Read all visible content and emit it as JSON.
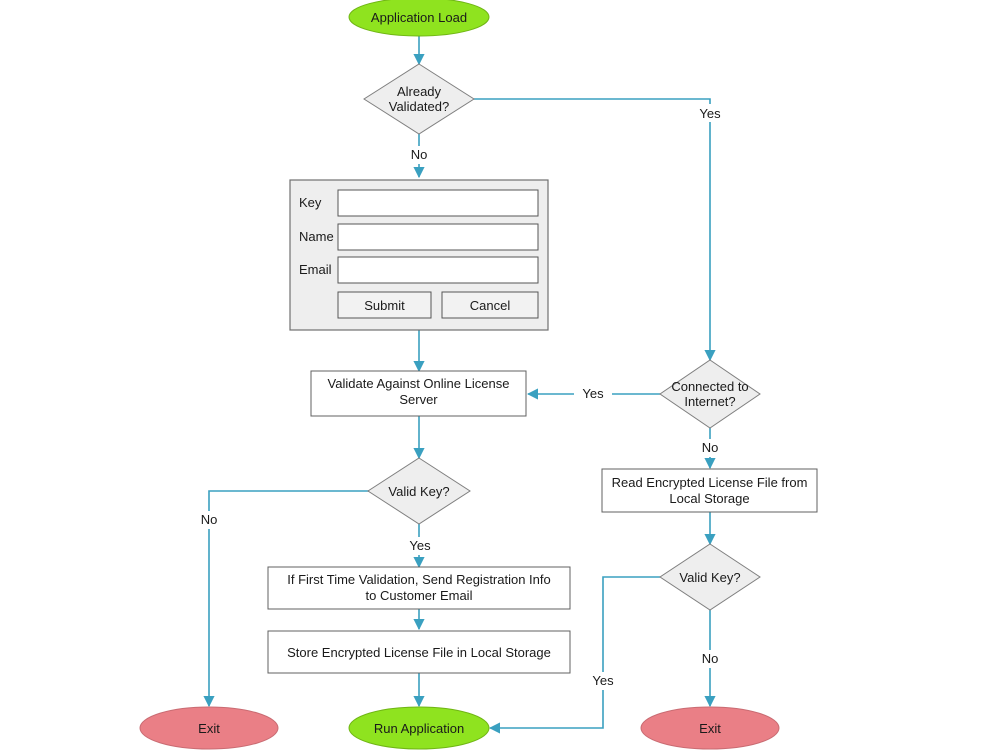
{
  "nodes": {
    "app_load": "Application Load",
    "already_validated": [
      "Already",
      "Validated?"
    ],
    "form": {
      "key_label": "Key",
      "name_label": "Name",
      "email_label": "Email",
      "submit": "Submit",
      "cancel": "Cancel"
    },
    "validate_online": [
      "Validate Against Online License",
      "Server"
    ],
    "connected": [
      "Connected to",
      "Internet?"
    ],
    "read_license": [
      "Read Encrypted License File from",
      "Local Storage"
    ],
    "valid_key_left": "Valid Key?",
    "valid_key_right": "Valid Key?",
    "first_time": [
      "If First Time Validation, Send Registration Info",
      "to Customer Email"
    ],
    "store_license": "Store Encrypted License File in Local Storage",
    "exit_left": "Exit",
    "run_app": "Run Application",
    "exit_right": "Exit"
  },
  "edge_labels": {
    "already_yes": "Yes",
    "already_no": "No",
    "connected_yes": "Yes",
    "connected_no": "No",
    "valid_left_no": "No",
    "valid_left_yes": "Yes",
    "valid_right_yes": "Yes",
    "valid_right_no": "No"
  },
  "colors": {
    "edge": "#3aa0c0",
    "terminal_green": "#8fe31f",
    "terminal_pink": "#ea7f86",
    "decision_fill": "#eeeeee"
  }
}
